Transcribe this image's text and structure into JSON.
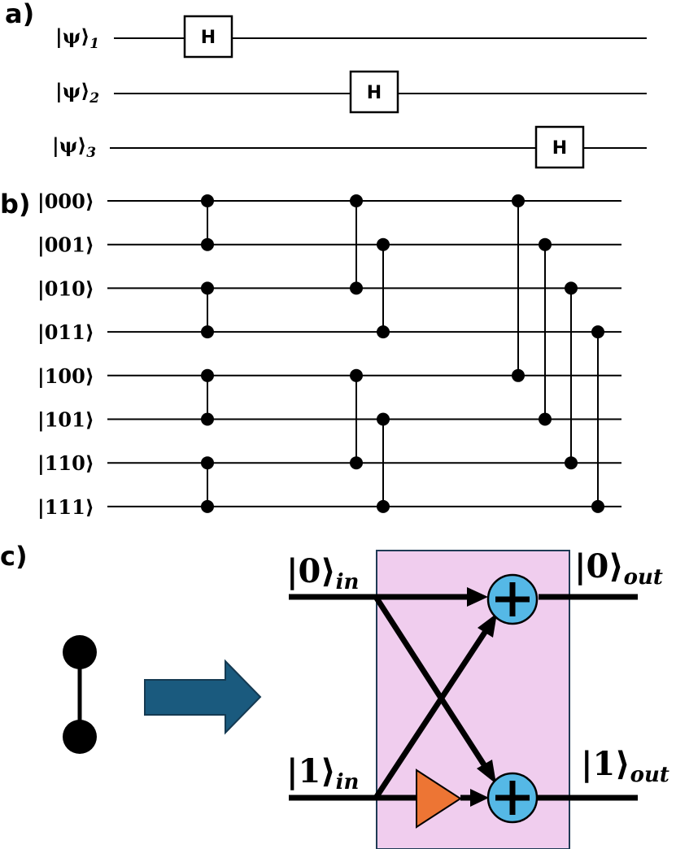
{
  "panel_labels": {
    "a": "a)",
    "b": "b)",
    "c": "c)"
  },
  "panel_a": {
    "wires": [
      {
        "ket": "|ψ⟩",
        "sub": "1"
      },
      {
        "ket": "|ψ⟩",
        "sub": "2"
      },
      {
        "ket": "|ψ⟩",
        "sub": "3"
      }
    ],
    "gate_label": "H"
  },
  "panel_b": {
    "states": [
      "|000⟩",
      "|001⟩",
      "|010⟩",
      "|011⟩",
      "|100⟩",
      "|101⟩",
      "|110⟩",
      "|111⟩"
    ],
    "pairs": [
      [
        0,
        1
      ],
      [
        2,
        3
      ],
      [
        4,
        5
      ],
      [
        6,
        7
      ],
      [
        0,
        2
      ],
      [
        1,
        3
      ],
      [
        4,
        6
      ],
      [
        5,
        7
      ],
      [
        0,
        4
      ],
      [
        1,
        5
      ],
      [
        2,
        6
      ],
      [
        3,
        7
      ]
    ]
  },
  "panel_c": {
    "in0": {
      "ket": "|0⟩",
      "sub": "in"
    },
    "in1": {
      "ket": "|1⟩",
      "sub": "in"
    },
    "out0": {
      "ket": "|0⟩",
      "sub": "out"
    },
    "out1": {
      "ket": "|1⟩",
      "sub": "out"
    },
    "colors": {
      "box_fill": "#f0cdee",
      "box_stroke": "#1f3b55",
      "arrow_fill": "#1a5a7e",
      "adder_fill": "#55b8e6",
      "amp_fill": "#ed7534"
    },
    "icons": [
      "block-arrow-icon",
      "adder-icon",
      "amplifier-triangle-icon"
    ]
  }
}
